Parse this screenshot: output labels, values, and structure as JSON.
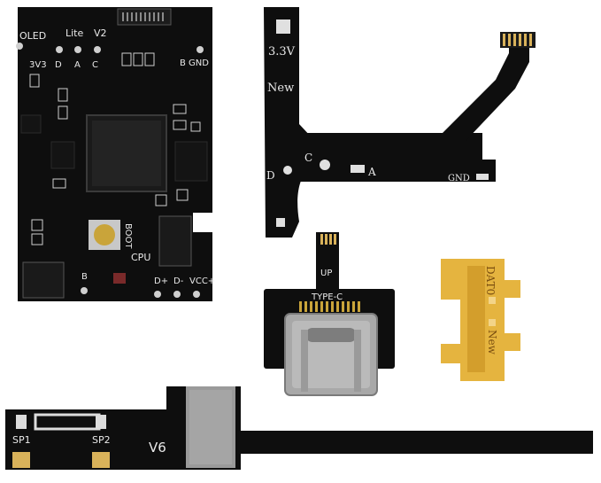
{
  "main_board": {
    "label_oled": "OLED",
    "label_lite": "Lite",
    "label_v2": "V2",
    "label_3v3": "3V3",
    "label_d": "D",
    "label_a": "A",
    "label_c": "C",
    "label_b_gnd": "B",
    "label_gnd": "GND",
    "label_boot": "BOOT",
    "label_cpu": "CPU",
    "label_b": "B",
    "label_dplus": "D+",
    "label_dminus": "D-",
    "label_vcc": "VCC+"
  },
  "flex_33v": {
    "label_33v": "3.3V",
    "label_new": "New",
    "label_c": "C",
    "label_d": "D",
    "label_a": "A",
    "label_gnd": "GND"
  },
  "typec_board": {
    "label_up": "UP",
    "label_typec": "TYPE-C"
  },
  "gold_flex": {
    "label_dat0": "DAT0",
    "label_new": "New"
  },
  "v6_flex": {
    "label_sp1": "SP1",
    "label_sp2": "SP2",
    "label_v6": "V6"
  },
  "colors": {
    "pcb_black": "#0e0e0e",
    "flex_gold": "#e5b43f",
    "pad_gold": "#d9b25a",
    "connector_silver": "#a8a8a8"
  }
}
